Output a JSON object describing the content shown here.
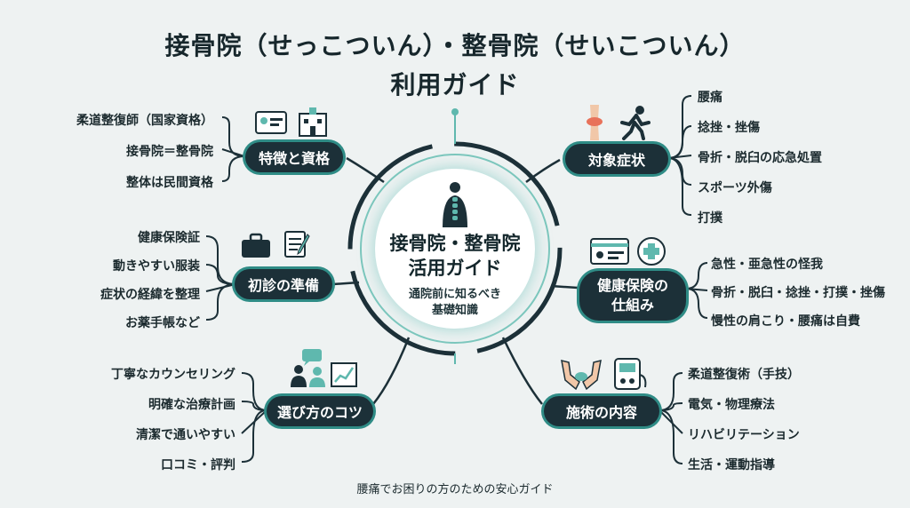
{
  "header": {
    "title_line1": "接骨院（せっこついん）・整骨院（せいこついん）",
    "title_line2": "利用ガイド"
  },
  "center": {
    "title_line1": "接骨院・整骨院",
    "title_line2": "活用ガイド",
    "subtitle_line1": "通院前に知るべき",
    "subtitle_line2": "基礎知識"
  },
  "nodes": {
    "features": {
      "label": "特徴と資格",
      "items": [
        "柔道整復師（国家資格）",
        "接骨院＝整骨院",
        "整体は民間資格"
      ]
    },
    "first_visit": {
      "label": "初診の準備",
      "items": [
        "健康保険証",
        "動きやすい服装",
        "症状の経緯を整理",
        "お薬手帳など"
      ]
    },
    "choosing": {
      "label": "選び方のコツ",
      "items": [
        "丁寧なカウンセリング",
        "明確な治療計画",
        "清潔で通いやすい",
        "口コミ・評判"
      ]
    },
    "symptoms": {
      "label": "対象症状",
      "items": [
        "腰痛",
        "捻挫・挫傷",
        "骨折・脱臼の応急処置",
        "スポーツ外傷",
        "打撲"
      ]
    },
    "insurance": {
      "label_line1": "健康保険の",
      "label_line2": "仕組み",
      "items": [
        "急性・亜急性の怪我",
        "骨折・脱臼・捻挫・打撲・挫傷",
        "慢性の肩こり・腰痛は自費"
      ]
    },
    "treatment": {
      "label": "施術の内容",
      "items": [
        "柔道整復術（手技）",
        "電気・物理療法",
        "リハビリテーション",
        "生活・運動指導"
      ]
    }
  },
  "footer": {
    "text": "腰痛でお困りの方のための安心ガイド"
  },
  "colors": {
    "node_bg": "#1c3038",
    "accent": "#2f8c86",
    "ring": "#5fb8ae",
    "bg": "#eef2f2"
  }
}
